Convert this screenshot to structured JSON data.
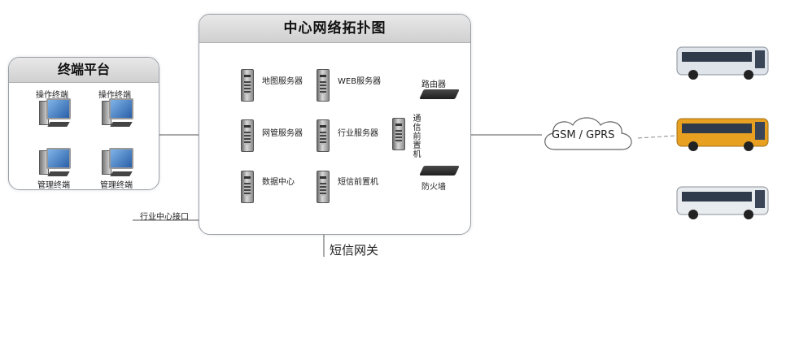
{
  "terminal_platform": {
    "title": "终端平台",
    "terminals": [
      "操作终端",
      "操作终端",
      "管理终端",
      "管理终端"
    ]
  },
  "center": {
    "title": "中心网络拓扑图",
    "servers": [
      "地图服务器",
      "WEB服务器",
      "网管服务器",
      "行业服务器",
      "数据中心",
      "短信前置机"
    ],
    "comm_frontend": "通信前置机",
    "router": "路由器",
    "firewall": "防火墙"
  },
  "industry_interface": "行业中心接口",
  "sms_gateway": "短信网关",
  "cloud_label": "GSM / GPRS",
  "colors": {
    "line": "#555555",
    "panel_border": "#9aa0a8",
    "header_bg": "#d6d6d6"
  },
  "bus_colors": [
    "#dfe3ea",
    "#e8a020",
    "#e9ecef"
  ]
}
